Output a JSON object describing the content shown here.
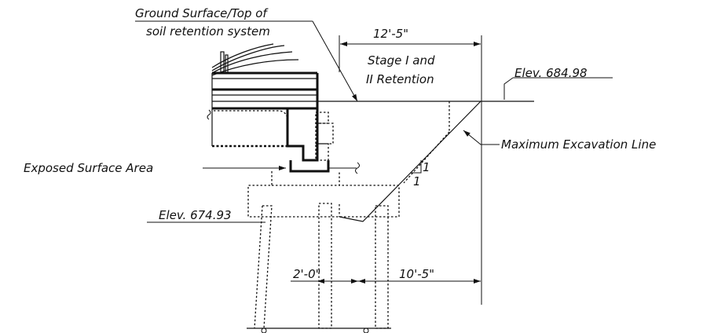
{
  "labels": {
    "ground_surface_line1": "Ground Surface/Top of",
    "ground_surface_line2": "soil retention system",
    "dim_top": "12'-5\"",
    "stage_line1": "Stage I and",
    "stage_line2": "II Retention",
    "elev_top": "Elev. 684.98",
    "max_excavation": "Maximum Excavation Line",
    "exposed_surface": "Exposed Surface Area",
    "slope_rise": "1",
    "slope_run": "1",
    "elev_bottom": "Elev. 674.93",
    "dim_left": "2'-0\"",
    "dim_right": "10'-5\""
  }
}
